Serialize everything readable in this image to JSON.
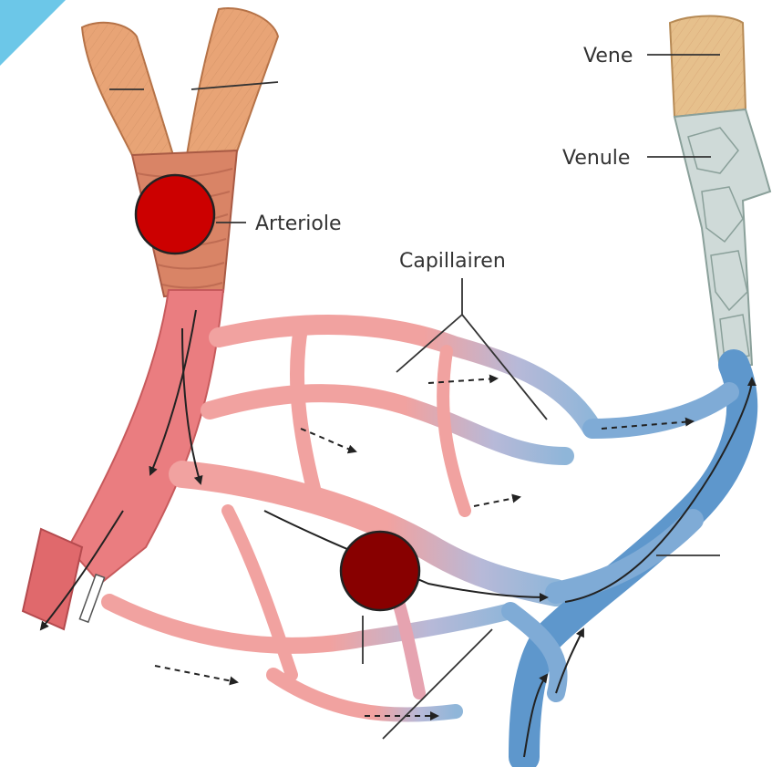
{
  "labels": {
    "vene": "Vene",
    "venule": "Venule",
    "arteriole": "Arteriole",
    "capillairen": "Capillairen"
  },
  "colors": {
    "artery_outer": "#e8a476",
    "artery_wall": "#d98466",
    "arterial_blood": "#ea7d80",
    "capillary_red": "#f1a2a0",
    "capillary_blue": "#8fb6d9",
    "venous_blood": "#5e97cc",
    "venule_wall": "#cfdad8",
    "vein_outer": "#e6c08c",
    "marker_bright": "#cc0000",
    "marker_dark": "#880000",
    "corner_accent": "#6cc7e8"
  },
  "markers": [
    {
      "name": "marker-arteriole",
      "color": "#cc0000"
    },
    {
      "name": "marker-capillary-bed",
      "color": "#880000"
    }
  ]
}
